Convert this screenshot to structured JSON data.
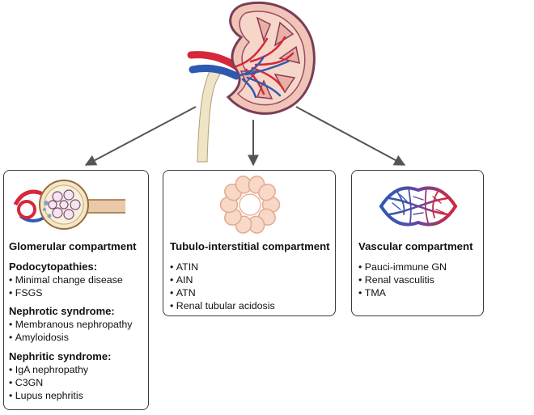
{
  "compartments": [
    {
      "name": "Glomerular compartment",
      "groups": [
        {
          "heading": "Podocytopathies:",
          "items": [
            "Minimal change disease",
            "FSGS"
          ]
        },
        {
          "heading": "Nephrotic syndrome:",
          "items": [
            "Membranous nephropathy",
            "Amyloidosis"
          ]
        },
        {
          "heading": "Nephritic syndrome:",
          "items": [
            "IgA nephropathy",
            "C3GN",
            "Lupus nephritis"
          ]
        }
      ]
    },
    {
      "name": "Tubulo-interstitial compartment",
      "items": [
        "ATIN",
        "AIN",
        "ATN",
        "Renal tubular acidosis"
      ]
    },
    {
      "name": "Vascular compartment",
      "items": [
        "Pauci-immune GN",
        "Renal vasculitis",
        "TMA"
      ]
    }
  ],
  "colors": {
    "artery": "#d5283a",
    "vein": "#2e59b0",
    "kidney_tissue": "#f3c4b5",
    "tubule_cell": "#f8d8c6",
    "arrow": "#555555"
  },
  "icons": [
    "kidney-illustration",
    "glomerulus-illustration",
    "tubule-cross-section-illustration",
    "capillary-network-illustration"
  ]
}
